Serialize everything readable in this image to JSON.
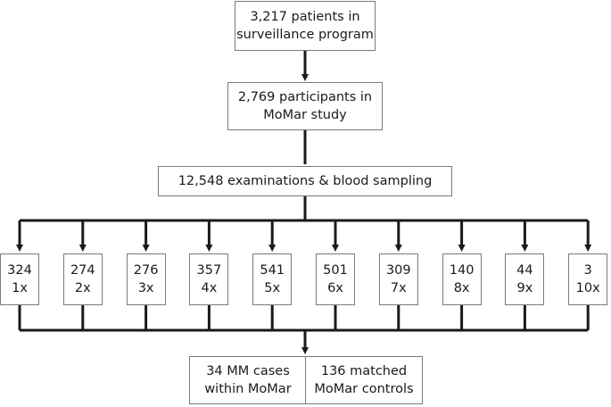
{
  "top_box": {
    "line1": "3,217 patients in",
    "line2": "surveillance program"
  },
  "study_box": {
    "line1": "2,769 participants in",
    "line2": "MoMar study"
  },
  "exams_box": {
    "label": "12,548 examinations & blood sampling"
  },
  "counts": [
    {
      "n": "324",
      "times": "1x"
    },
    {
      "n": "274",
      "times": "2x"
    },
    {
      "n": "276",
      "times": "3x"
    },
    {
      "n": "357",
      "times": "4x"
    },
    {
      "n": "541",
      "times": "5x"
    },
    {
      "n": "501",
      "times": "6x"
    },
    {
      "n": "309",
      "times": "7x"
    },
    {
      "n": "140",
      "times": "8x"
    },
    {
      "n": "44",
      "times": "9x"
    },
    {
      "n": "3",
      "times": "10x"
    }
  ],
  "cases_box": {
    "line1": "34 MM cases",
    "line2": "within MoMar"
  },
  "controls_box": {
    "line1": "136 matched",
    "line2": "MoMar controls"
  }
}
